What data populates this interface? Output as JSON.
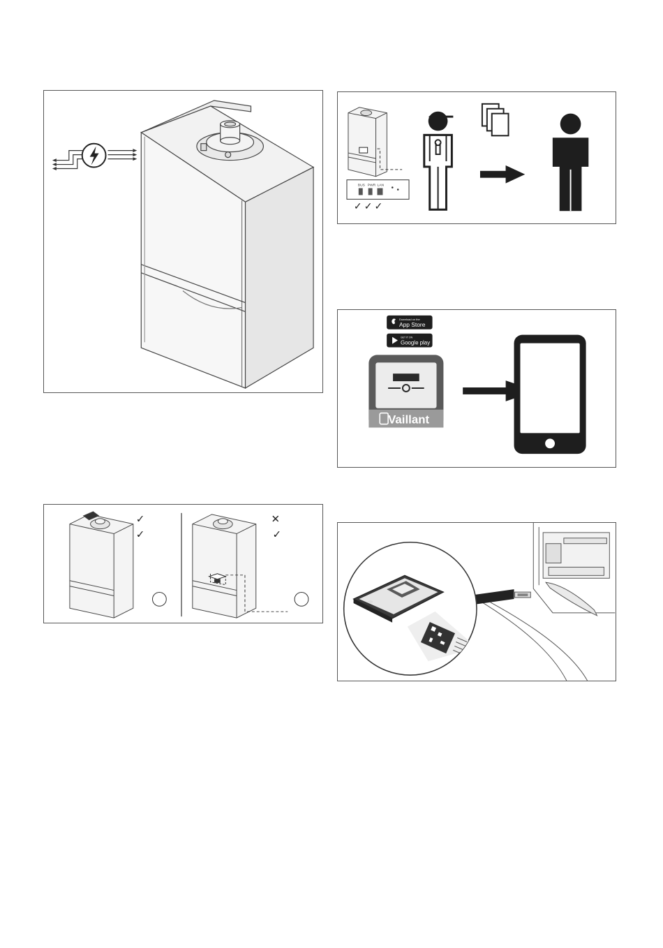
{
  "app_store": {
    "small": "Download on the",
    "big": "App Store"
  },
  "google_play": {
    "small": "GET IT ON",
    "big": "Google play"
  },
  "brand": {
    "name": "Vaillant"
  },
  "terminals": {
    "t1": "BUS",
    "t2": "PWR",
    "t3": "LAN"
  },
  "marks": {
    "check": "✓",
    "cross": "✕"
  },
  "colors": {
    "line": "#333333",
    "fill_dark": "#1e1e1e",
    "app_tile": "#5a5a5a",
    "boiler_body": "#f4f4f4"
  }
}
